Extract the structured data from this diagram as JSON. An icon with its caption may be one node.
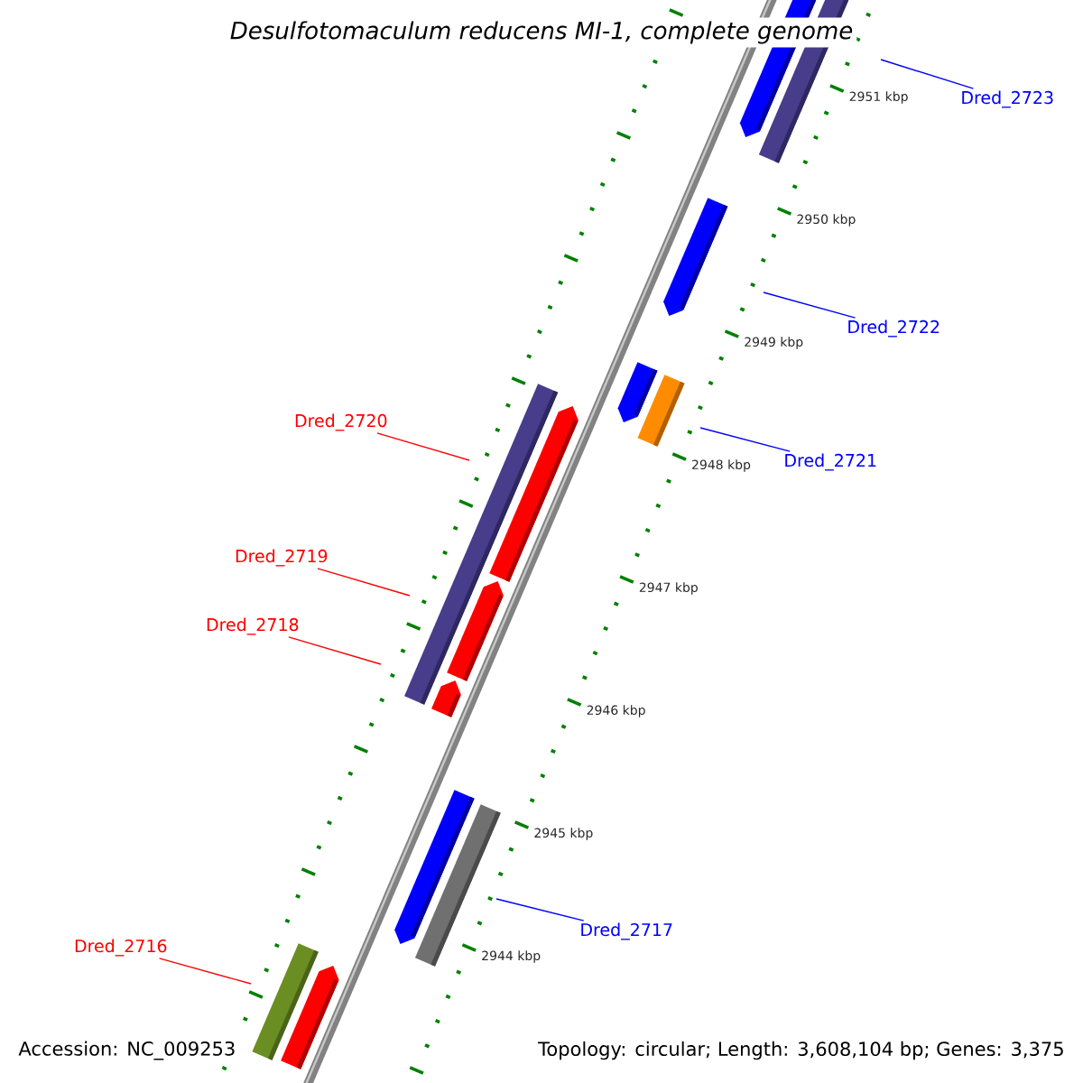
{
  "diagram": {
    "title": "Desulfotomaculum reducens MI-1, complete genome",
    "nodes": [
      {
        "text": [
          "Dred_2723"
        ]
      },
      {
        "text": [
          "Dred_2722"
        ]
      },
      {
        "text": [
          "Dred_2720"
        ]
      },
      {
        "text": [
          "Dred_2721"
        ]
      },
      {
        "text": [
          "Dred_2719"
        ]
      },
      {
        "text": [
          "Dred_2718"
        ]
      },
      {
        "text": [
          "Dred_2717"
        ]
      },
      {
        "text": [
          "Dred_2716"
        ]
      }
    ],
    "edges": [
      {
        "from": 0,
        "to": null,
        "arrow": "none",
        "color": "#0000ff"
      },
      {
        "from": 1,
        "to": null,
        "arrow": "none",
        "color": "#0000ff"
      },
      {
        "from": 2,
        "to": null,
        "arrow": "none",
        "color": "#ff0000"
      },
      {
        "from": 3,
        "to": null,
        "arrow": "none",
        "color": "#0000ff"
      },
      {
        "from": 4,
        "to": null,
        "arrow": "none",
        "color": "#ff0000"
      },
      {
        "from": 5,
        "to": null,
        "arrow": "none",
        "color": "#ff0000"
      },
      {
        "from": 6,
        "to": null,
        "arrow": "none",
        "color": "#0000ff"
      },
      {
        "from": 7,
        "to": null,
        "arrow": "none",
        "color": "#ff0000"
      }
    ],
    "labels": [
      "2951 kbp",
      "2950 kbp",
      "2949 kbp",
      "2948 kbp",
      "2947 kbp",
      "2946 kbp",
      "2945 kbp",
      "2944 kbp",
      "Accession: NC_009253",
      "Topology: circular; Length: 3,608,104 bp; Genes: 3,375"
    ]
  }
}
